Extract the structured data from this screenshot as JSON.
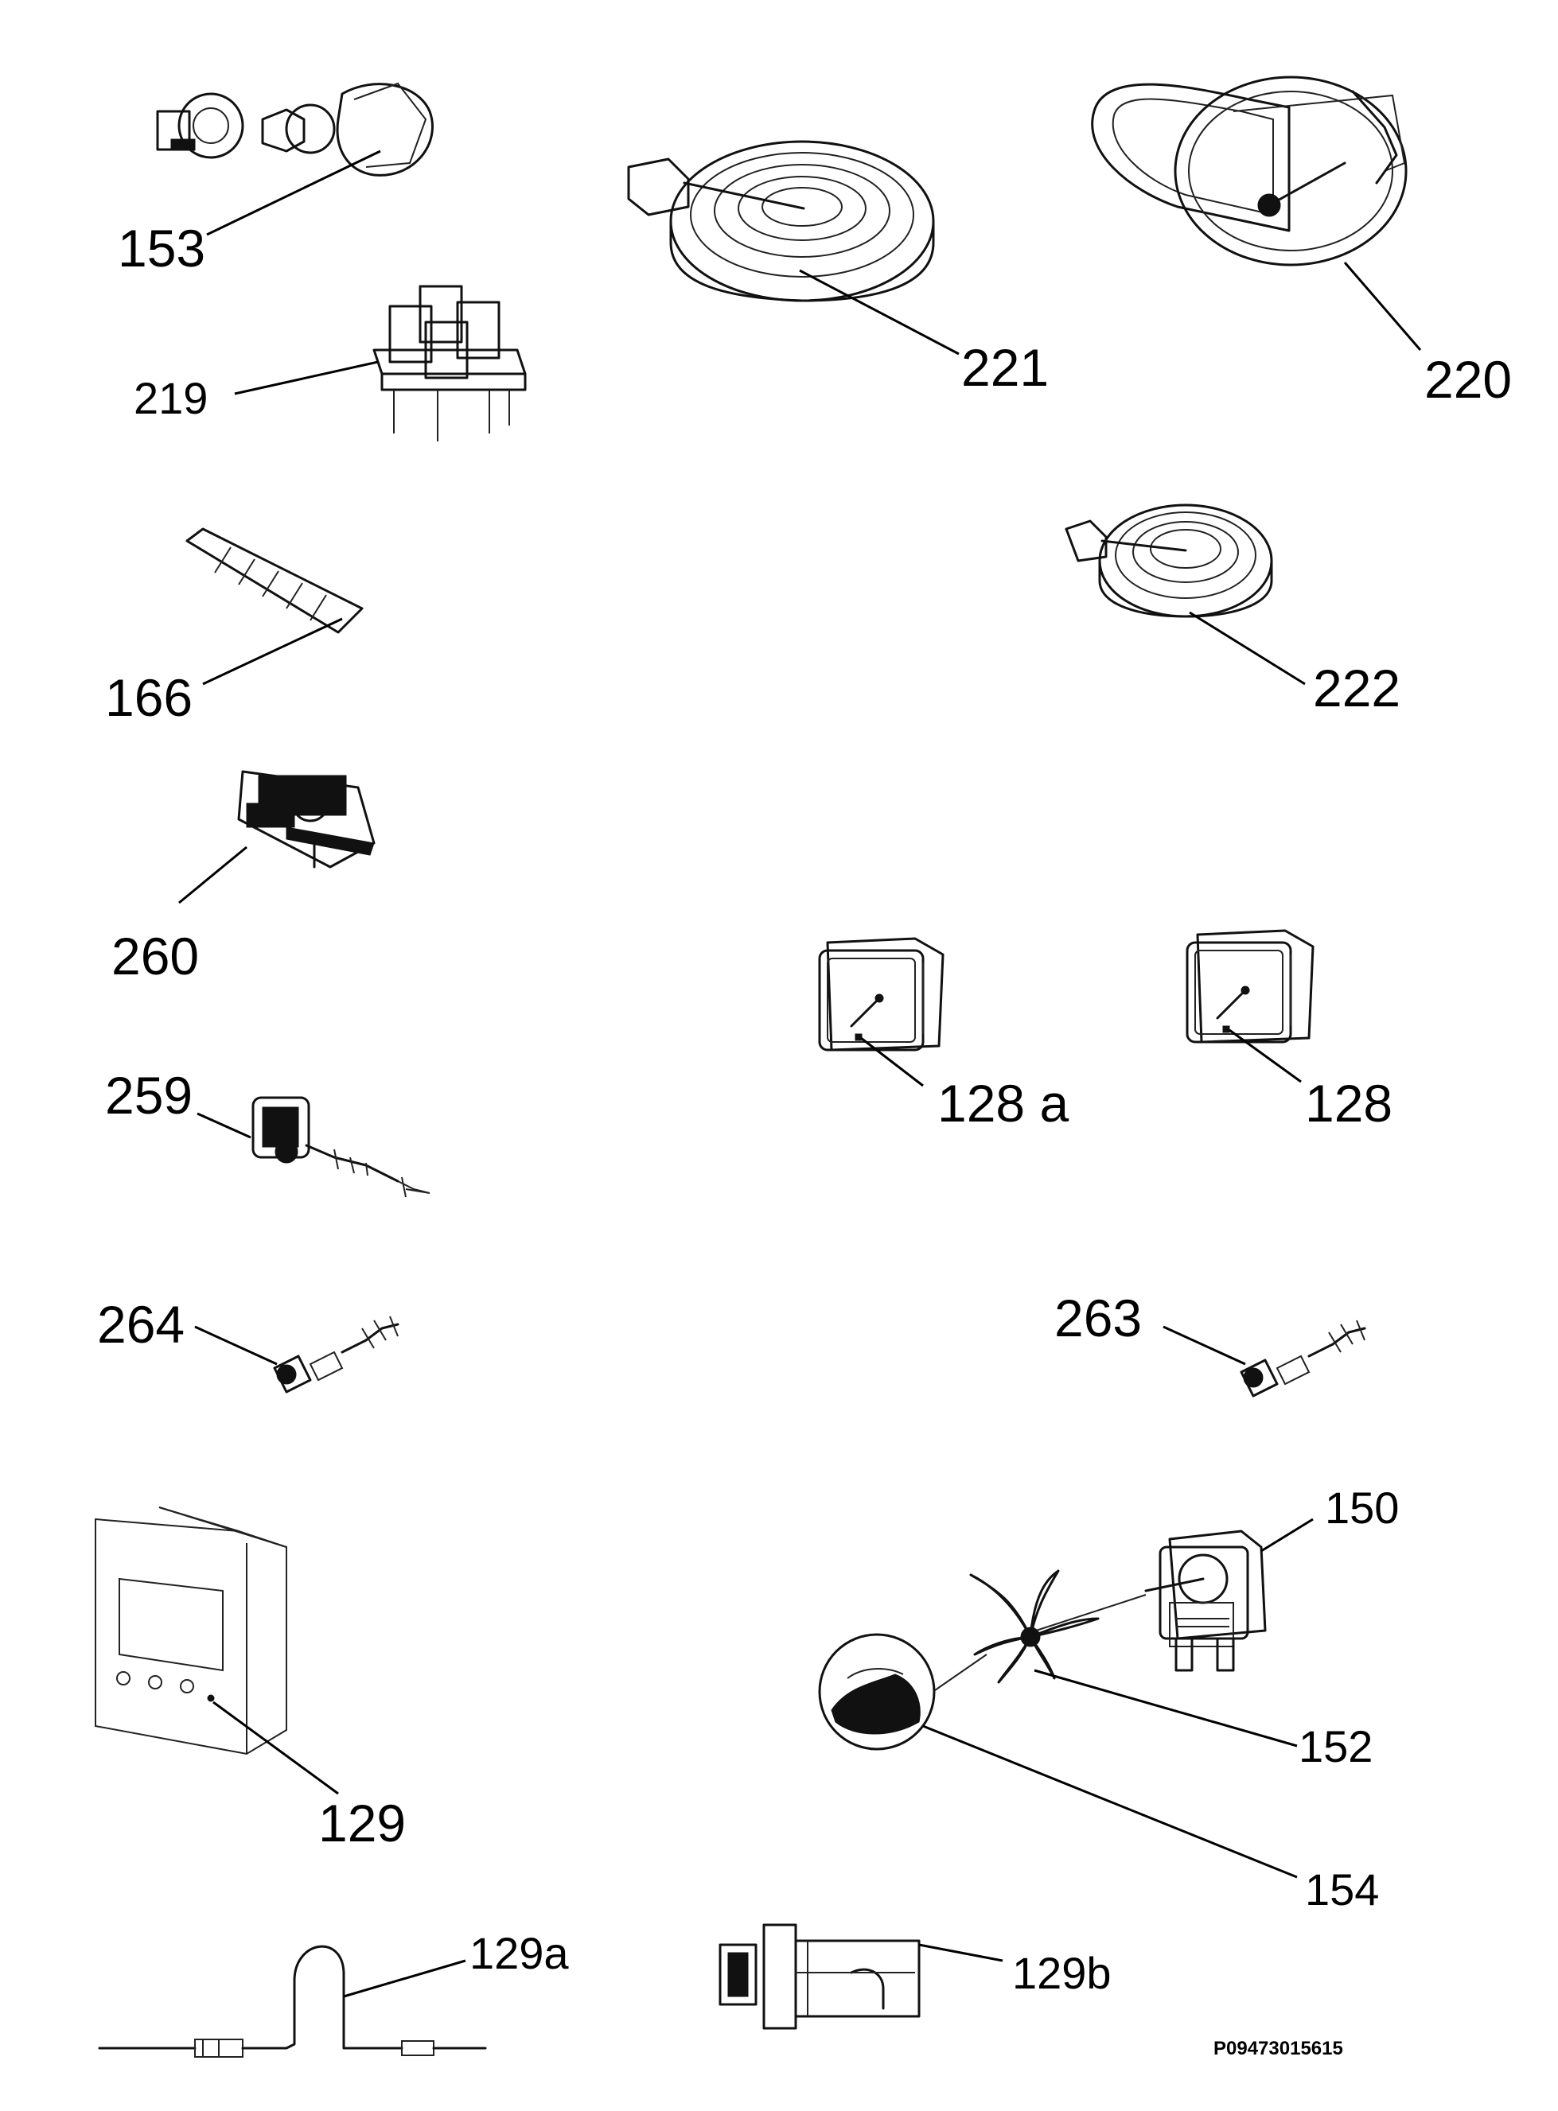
{
  "labels": {
    "l153": "153",
    "l219": "219",
    "l166": "166",
    "l260": "260",
    "l259": "259",
    "l264": "264",
    "l129": "129",
    "l129a": "129a",
    "l129b": "129b",
    "l221": "221",
    "l220": "220",
    "l222": "222",
    "l128a": "128 a",
    "l128": "128",
    "l263": "263",
    "l150": "150",
    "l152": "152",
    "l154": "154"
  },
  "code": "P09473015615"
}
